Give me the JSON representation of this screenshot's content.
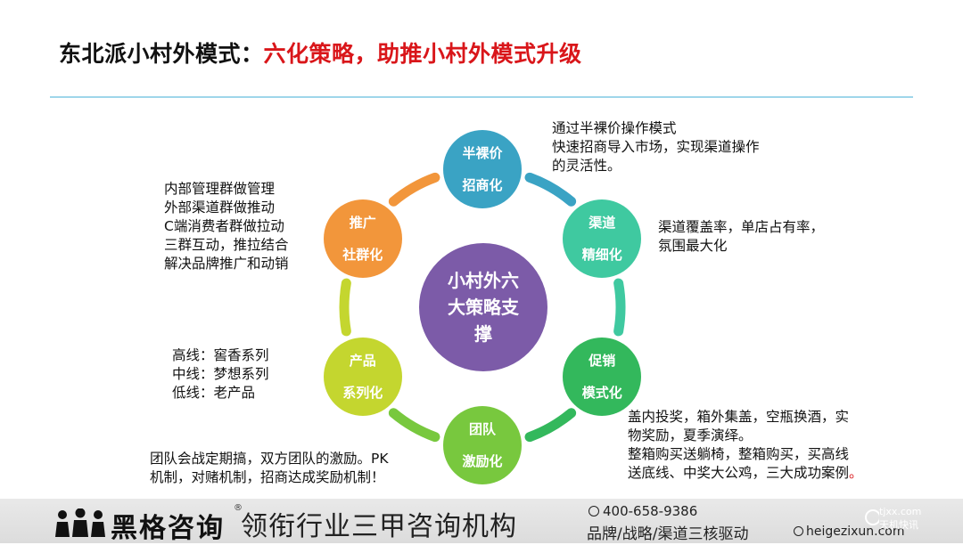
{
  "title": {
    "prefix": "东北派小村外模式：",
    "highlight": "六化策略，助推小村外模式升级"
  },
  "center": {
    "text": "小村外六大策略支撑",
    "color": "#7c5ba8"
  },
  "nodes": [
    {
      "line1": "半裸价",
      "line2": "招商化",
      "color": "#3aa3c4"
    },
    {
      "line1": "渠道",
      "line2": "精细化",
      "color": "#3fc9a0"
    },
    {
      "line1": "促销",
      "line2": "模式化",
      "color": "#33b85c"
    },
    {
      "line1": "团队",
      "line2": "激励化",
      "color": "#78c83e"
    },
    {
      "line1": "产品",
      "line2": "系列化",
      "color": "#c4d62f"
    },
    {
      "line1": "推广",
      "line2": "社群化",
      "color": "#f2963b"
    }
  ],
  "notes": {
    "pricing": [
      "通过半裸价操作模式",
      "快速招商导入市场，实现渠道操作",
      "的灵活性。"
    ],
    "channel": [
      "渠道覆盖率，单店占有率，",
      "氛围最大化"
    ],
    "promotion": [
      "盖内投奖，箱外集盖，空瓶换酒，实",
      "物奖励，夏季演绎。",
      "整箱购买送躺椅，整箱购买，买高线",
      "送底线、中奖大公鸡，三大成功案例",
      "。"
    ],
    "team": [
      "团队会战定期搞，双方团队的激励。PK",
      "机制，对赌机制，招商达成奖励机制！"
    ],
    "product": [
      "高线：窖香系列",
      "中线：梦想系列",
      "低线：老产品"
    ],
    "community": [
      "内部管理群做管理",
      "外部渠道群做推动",
      "C端消费者群做拉动",
      "三群互动，推拉结合",
      "解决品牌推广和动销"
    ]
  },
  "ring_colors": [
    "#3aa3c4",
    "#3fc9a0",
    "#33b85c",
    "#78c83e",
    "#c4d62f",
    "#f2963b"
  ],
  "footer": {
    "brand": "黑格咨询",
    "brand_mark": "®",
    "slogan": "领衔行业三甲咨询机构",
    "phone": "400-658-9386",
    "tagline": "品牌/战略/渠道三核驱动",
    "website": "heigezixun.com",
    "watermark_1": "tjxx.com",
    "watermark_2": "天机快讯"
  }
}
